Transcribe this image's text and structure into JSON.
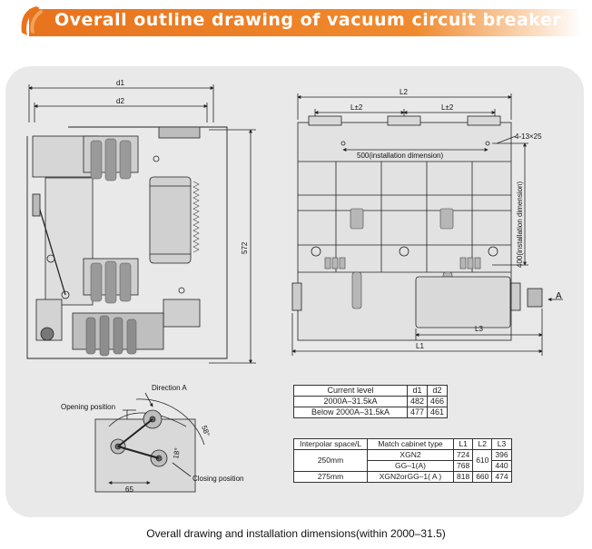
{
  "header": {
    "title": "Overall outline drawing of vacuum circuit breaker",
    "accent_color": "#e8731c"
  },
  "side_view": {
    "d1": "d1",
    "d2": "d2",
    "height": "572"
  },
  "front_view": {
    "l2": "L2",
    "l_pm_2_left": "L±2",
    "l_pm_2_right": "L±2",
    "holes": "4-13×25",
    "install_width": "500(installation dimension)",
    "install_height": "400(installation dimension)",
    "direction_marker": "A",
    "l3": "L3",
    "l1": "L1"
  },
  "detail_view": {
    "direction_a": "Direction A",
    "opening_position": "Opening position",
    "closing_position": "Closing position",
    "angle_58": "58°",
    "angle_18": "18°",
    "dim_65": "65"
  },
  "table1": {
    "headers": [
      "Current level",
      "d1",
      "d2"
    ],
    "rows": [
      [
        "2000A–31.5kA",
        "482",
        "466"
      ],
      [
        "Below 2000A–31.5kA",
        "477",
        "461"
      ]
    ]
  },
  "table2": {
    "headers": [
      "Interpolar space/L",
      "Match cabinet type",
      "L1",
      "L2",
      "L3"
    ],
    "space_250": "250mm",
    "xgn2": "XGN2",
    "gg1a": "GG–1(A)",
    "l1_724": "724",
    "l1_768": "768",
    "l2_610": "610",
    "l3_396": "396",
    "l3_440": "440",
    "space_275": "275mm",
    "xgn2orgg": "XGN2orGG–1( A )",
    "l1_818": "818",
    "l2_660": "660",
    "l3_474": "474"
  },
  "caption": "Overall drawing and installation dimensions(within 2000–31.5)"
}
